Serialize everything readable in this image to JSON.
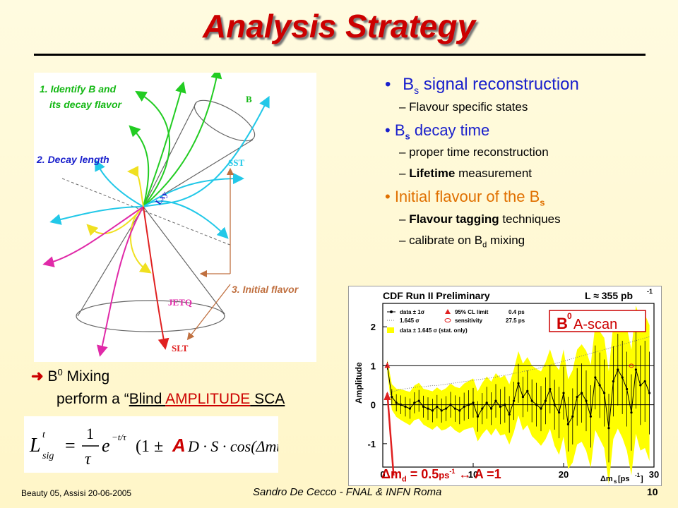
{
  "slide": {
    "title": "Analysis Strategy",
    "page_number": "10"
  },
  "footer": {
    "left": "Beauty 05, Assisi 20-06-2005",
    "center": "Sandro De Cecco - FNAL & INFN Roma"
  },
  "diagram": {
    "label_identify_1": "1.  Identify B and",
    "label_identify_2": "its decay flavor",
    "label_decay_length": "2.  Decay length",
    "label_initial_flavor": "3.  Initial flavor",
    "label_b": "B",
    "label_sst": "SST",
    "label_lxy": "Lxy",
    "label_jetq": "JETQ",
    "label_slt": "SLT"
  },
  "bullets": {
    "b1_bullet": "•",
    "b1_main": "B",
    "b1_sub": "s",
    "b1_rest": " signal reconstruction",
    "b1_s1": "– Flavour specific states",
    "b2_main": "• B",
    "b2_sub": "s",
    "b2_rest": " decay time",
    "b2_s1": "– proper time reconstruction",
    "b2_s2_dash": "– ",
    "b2_s2_bold": "Lifetime",
    "b2_s2_rest": " measurement",
    "b3_main": "• Initial flavour of the B",
    "b3_sub": "s",
    "b3_s1_dash": "– ",
    "b3_s1_bold": "Flavour tagging",
    "b3_s1_rest": " techniques",
    "b3_s2_main": "– calibrate on B",
    "b3_s2_sub": "d",
    "b3_s2_rest": " mixing"
  },
  "mixing": {
    "arrow": "",
    "label": " B",
    "sup": "0",
    "label_rest": " Mixing",
    "line2_pre": "perform a “",
    "line2_u1": "Blind ",
    "line2_amp": "AMPLITUDE",
    "line2_u2": " SCA"
  },
  "formula": {
    "lhs": "L",
    "lhs_sup": "t",
    "lhs_sub": "sig",
    "eq": "=",
    "num": "1",
    "den": "τ",
    "exp": "e",
    "exp_sup": "−t/τ",
    "open": "(1 ±",
    "amp": "A",
    "rest": "D · S · cos(Δmt))"
  },
  "plot": {
    "header_left": "CDF Run II Preliminary",
    "header_right": "L ≈ 355 pb",
    "header_right_sup": "-1",
    "badge_main": "B",
    "badge_sup": "0",
    "badge_rest": " A-scan",
    "ylabel": "Amplitude",
    "xlabel": "Δm",
    "xlabel_sub": "s",
    "xlabel_unit": " [ps",
    "xlabel_unit_sup": "-1",
    "xlabel_close": "]",
    "legend": [
      {
        "text": "data ± 1σ"
      },
      {
        "text": "95% CL limit"
      },
      {
        "text": "0.4 ps"
      },
      {
        "text": "1.645 σ"
      },
      {
        "text": "sensitivity"
      },
      {
        "text": "27.5 ps"
      },
      {
        "text": "data ± 1.645 σ  (stat. only)"
      }
    ],
    "yticks": [
      "2",
      "1",
      "0",
      "-1"
    ],
    "xticks": [
      "0",
      "10",
      "20",
      "30"
    ],
    "dm_label_main": "Δm",
    "dm_label_sub": "d",
    "dm_label_eq": " = 0.5",
    "dm_label_unit": "ps",
    "dm_label_unit_sup": "-1",
    "dm_label_rest": " ↔ A =1"
  },
  "chart_data": {
    "type": "line",
    "title": "CDF Run II Preliminary",
    "xlabel": "Δms [ps-1]",
    "ylabel": "Amplitude",
    "xlim": [
      0,
      30
    ],
    "ylim": [
      -1.6,
      2.6
    ],
    "series": [
      {
        "name": "data ± 1σ",
        "x": [
          0.5,
          1,
          1.5,
          2,
          2.5,
          3,
          3.5,
          4,
          4.5,
          5,
          5.5,
          6,
          6.5,
          7,
          7.5,
          8,
          8.5,
          9,
          9.5,
          10,
          10.5,
          11,
          11.5,
          12,
          12.5,
          13,
          13.5,
          14,
          14.5,
          15,
          15.5,
          16,
          16.5,
          17,
          17.5,
          18,
          18.5,
          19,
          19.5,
          20,
          20.5,
          21,
          21.5,
          22,
          22.5,
          23,
          23.5,
          24,
          24.5,
          25,
          25.5,
          26,
          26.5,
          27,
          27.5,
          28,
          28.5,
          29,
          29.5
        ],
        "values": [
          1.0,
          0.2,
          0.05,
          0.0,
          -0.05,
          -0.1,
          0.05,
          0.1,
          -0.05,
          -0.1,
          -0.15,
          -0.05,
          -0.15,
          -0.1,
          0.0,
          -0.1,
          -0.15,
          -0.05,
          0.0,
          0.05,
          -0.3,
          -0.1,
          0.05,
          -0.1,
          0.1,
          -0.05,
          0.0,
          -0.25,
          0.1,
          0.55,
          0.2,
          0.35,
          0.1,
          0.0,
          -0.1,
          0.1,
          0.4,
          0.0,
          -0.2,
          0.3,
          -0.5,
          -0.3,
          0.2,
          0.3,
          0.1,
          -0.3,
          0.7,
          0.5,
          0.3,
          -0.6,
          0.6,
          0.9,
          0.7,
          0.4,
          -0.2,
          0.9,
          0.5,
          0.6,
          0.3
        ],
        "errors_1sigma": [
          0.1,
          0.2,
          0.22,
          0.24,
          0.25,
          0.26,
          0.27,
          0.28,
          0.28,
          0.29,
          0.3,
          0.3,
          0.31,
          0.32,
          0.33,
          0.34,
          0.35,
          0.36,
          0.37,
          0.38,
          0.39,
          0.4,
          0.41,
          0.42,
          0.43,
          0.45,
          0.46,
          0.47,
          0.49,
          0.5,
          0.52,
          0.53,
          0.55,
          0.56,
          0.58,
          0.6,
          0.62,
          0.64,
          0.66,
          0.68,
          0.7,
          0.72,
          0.74,
          0.76,
          0.78,
          0.8,
          0.82,
          0.84,
          0.86,
          0.88,
          0.9,
          0.92,
          0.94,
          0.96,
          0.98,
          1.0,
          1.02,
          1.04,
          1.06
        ]
      }
    ],
    "reference_lines": [
      0,
      1
    ],
    "grid": false,
    "legend": "top-left"
  }
}
